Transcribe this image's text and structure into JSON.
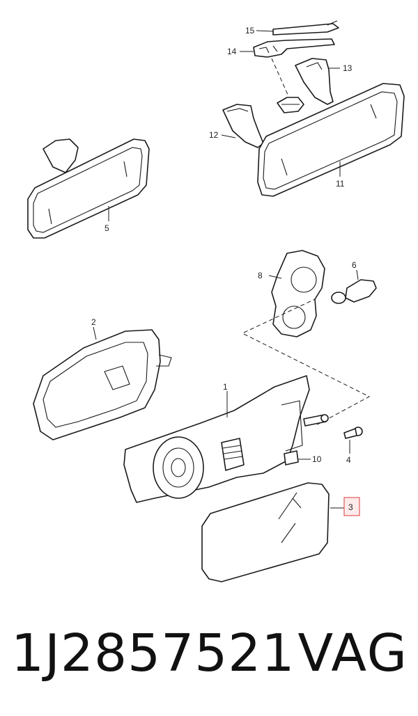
{
  "callouts": {
    "c1": "1",
    "c2": "2",
    "c3": "3",
    "c4": "4",
    "c5": "5",
    "c6": "6",
    "c8": "8",
    "c10": "10",
    "c11": "11",
    "c12": "12",
    "c13": "13",
    "c14": "14",
    "c15": "15"
  },
  "highlighted_callout": "3",
  "highlight_color": "#e05a5a",
  "footer": {
    "part_number": "1J2857521",
    "brand": "VAG"
  }
}
